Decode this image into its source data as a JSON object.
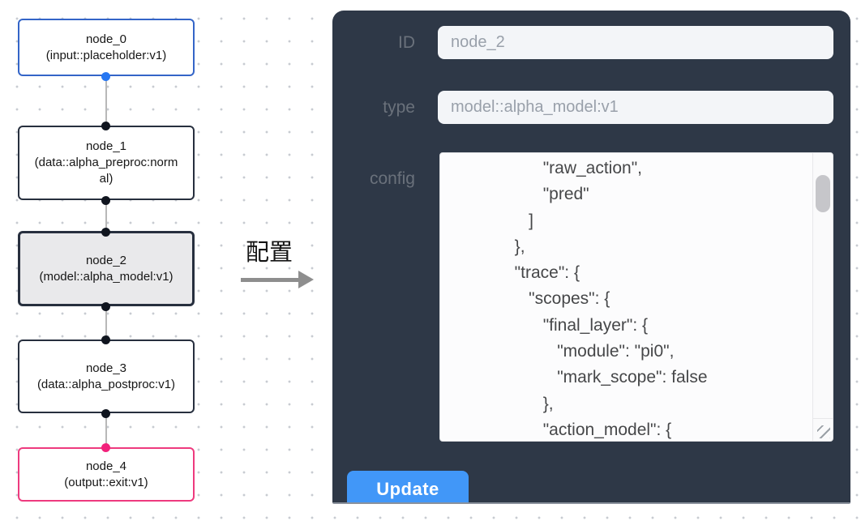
{
  "canvas": {
    "selected_node": "node_2",
    "nodes": [
      {
        "title": "node_0",
        "subtitle": "(input::placeholder:v1)",
        "kind": "input"
      },
      {
        "title": "node_1",
        "subtitle": "(data::alpha_preproc:normal)",
        "kind": "default"
      },
      {
        "title": "node_2",
        "subtitle": "(model::alpha_model:v1)",
        "kind": "selected"
      },
      {
        "title": "node_3",
        "subtitle": "(data::alpha_postproc:v1)",
        "kind": "default"
      },
      {
        "title": "node_4",
        "subtitle": "(output::exit:v1)",
        "kind": "output"
      }
    ]
  },
  "transition": {
    "label": "配置"
  },
  "panel": {
    "id_field": {
      "label": "ID",
      "value": "node_2"
    },
    "type_field": {
      "label": "type",
      "value": "model::alpha_model:v1"
    },
    "config_field": {
      "label": "config",
      "value": "                    \"raw_action\",\n                    \"pred\"\n                 ]\n              },\n              \"trace\": {\n                 \"scopes\": {\n                    \"final_layer\": {\n                       \"module\": \"pi0\",\n                       \"mark_scope\": false\n                    },\n                    \"action_model\": {"
    },
    "update_button": "Update"
  },
  "colors": {
    "panel_bg": "#2e3847",
    "button_blue": "#4197f8",
    "input_node_border": "#3465c8",
    "output_node_border": "#ee3a7e",
    "default_node_border": "#272f3e",
    "selected_node_bg": "#e9e9eb",
    "port_blue": "#2677f2",
    "port_dark": "#10151f",
    "port_pink": "#f2217b",
    "edge_gray": "#b8b8b8",
    "arrow_gray": "#8e8e8e"
  }
}
